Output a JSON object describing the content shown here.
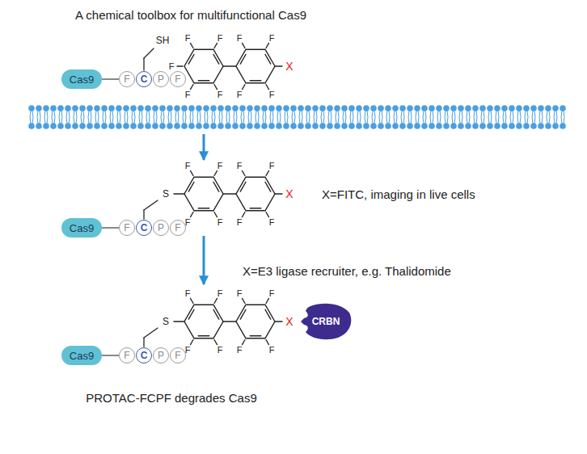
{
  "diagram": {
    "title": "A chemical toolbox for multifunctional Cas9",
    "caption": "PROTAC-FCPF degrades Cas9",
    "nodes": [
      {
        "text": [
          "Cas9"
        ]
      },
      {
        "text": [
          "F"
        ]
      },
      {
        "text": [
          "C"
        ]
      },
      {
        "text": [
          "P"
        ]
      },
      {
        "text": [
          "F"
        ]
      },
      {
        "text": [
          "Cas9"
        ]
      },
      {
        "text": [
          "F"
        ]
      },
      {
        "text": [
          "C"
        ]
      },
      {
        "text": [
          "P"
        ]
      },
      {
        "text": [
          "F"
        ]
      },
      {
        "text": [
          "Cas9"
        ]
      },
      {
        "text": [
          "F"
        ]
      },
      {
        "text": [
          "C"
        ]
      },
      {
        "text": [
          "P"
        ]
      },
      {
        "text": [
          "F"
        ]
      },
      {
        "text": [
          "CRBN"
        ]
      }
    ],
    "edges": [
      {
        "from": 0,
        "to": 1,
        "arrow": "none"
      },
      {
        "from": 5,
        "to": 6,
        "arrow": "none"
      },
      {
        "from": 10,
        "to": 11,
        "arrow": "none"
      }
    ],
    "labels": [
      "SH",
      "F",
      "F",
      "F",
      "F",
      "F",
      "F",
      "F",
      "F",
      "F",
      "X",
      "X=FITC, imaging in live cells",
      "S",
      "F",
      "F",
      "F",
      "F",
      "F",
      "F",
      "F",
      "F",
      "X",
      "X=E3 ligase recruiter, e.g. Thalidomide",
      "S",
      "F",
      "F",
      "F",
      "F",
      "F",
      "F",
      "F",
      "F",
      "X"
    ]
  }
}
